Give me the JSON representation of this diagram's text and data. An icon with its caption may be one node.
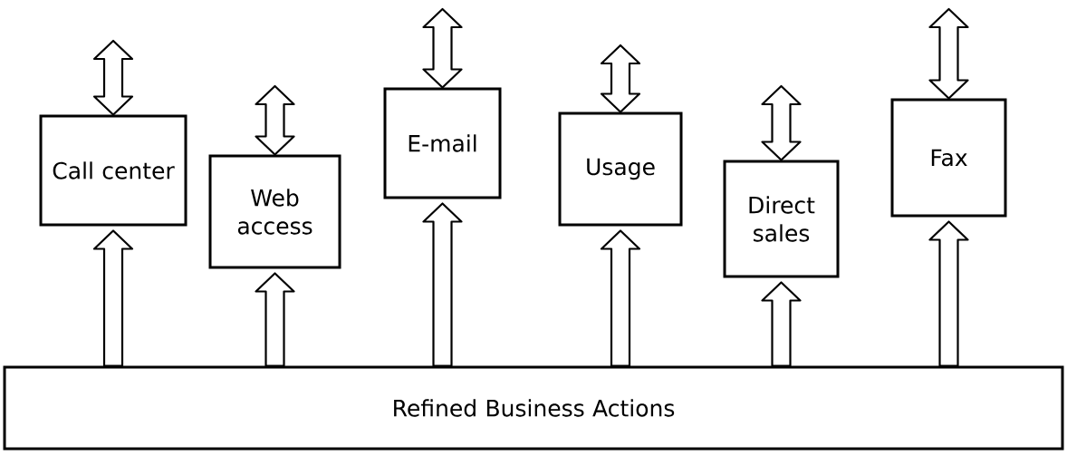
{
  "diagram": {
    "nodes": [
      {
        "text": [
          "Call center"
        ]
      },
      {
        "text": [
          "Web access"
        ]
      },
      {
        "text": [
          "E-mail"
        ]
      },
      {
        "text": [
          "Usage"
        ]
      },
      {
        "text": [
          "Direct sales"
        ]
      },
      {
        "text": [
          "Fax"
        ]
      },
      {
        "text": [
          "Refined Business Actions"
        ]
      }
    ],
    "edges": [
      {
        "from": null,
        "to": 0,
        "arrow": "both"
      },
      {
        "from": null,
        "to": 1,
        "arrow": "both"
      },
      {
        "from": null,
        "to": 2,
        "arrow": "both"
      },
      {
        "from": null,
        "to": 3,
        "arrow": "both"
      },
      {
        "from": null,
        "to": 4,
        "arrow": "both"
      },
      {
        "from": null,
        "to": 5,
        "arrow": "both"
      },
      {
        "from": 6,
        "to": 0,
        "arrow": "to"
      },
      {
        "from": 6,
        "to": 1,
        "arrow": "to"
      },
      {
        "from": 6,
        "to": 2,
        "arrow": "to"
      },
      {
        "from": 6,
        "to": 3,
        "arrow": "to"
      },
      {
        "from": 6,
        "to": 4,
        "arrow": "to"
      },
      {
        "from": 6,
        "to": 5,
        "arrow": "to"
      }
    ]
  }
}
